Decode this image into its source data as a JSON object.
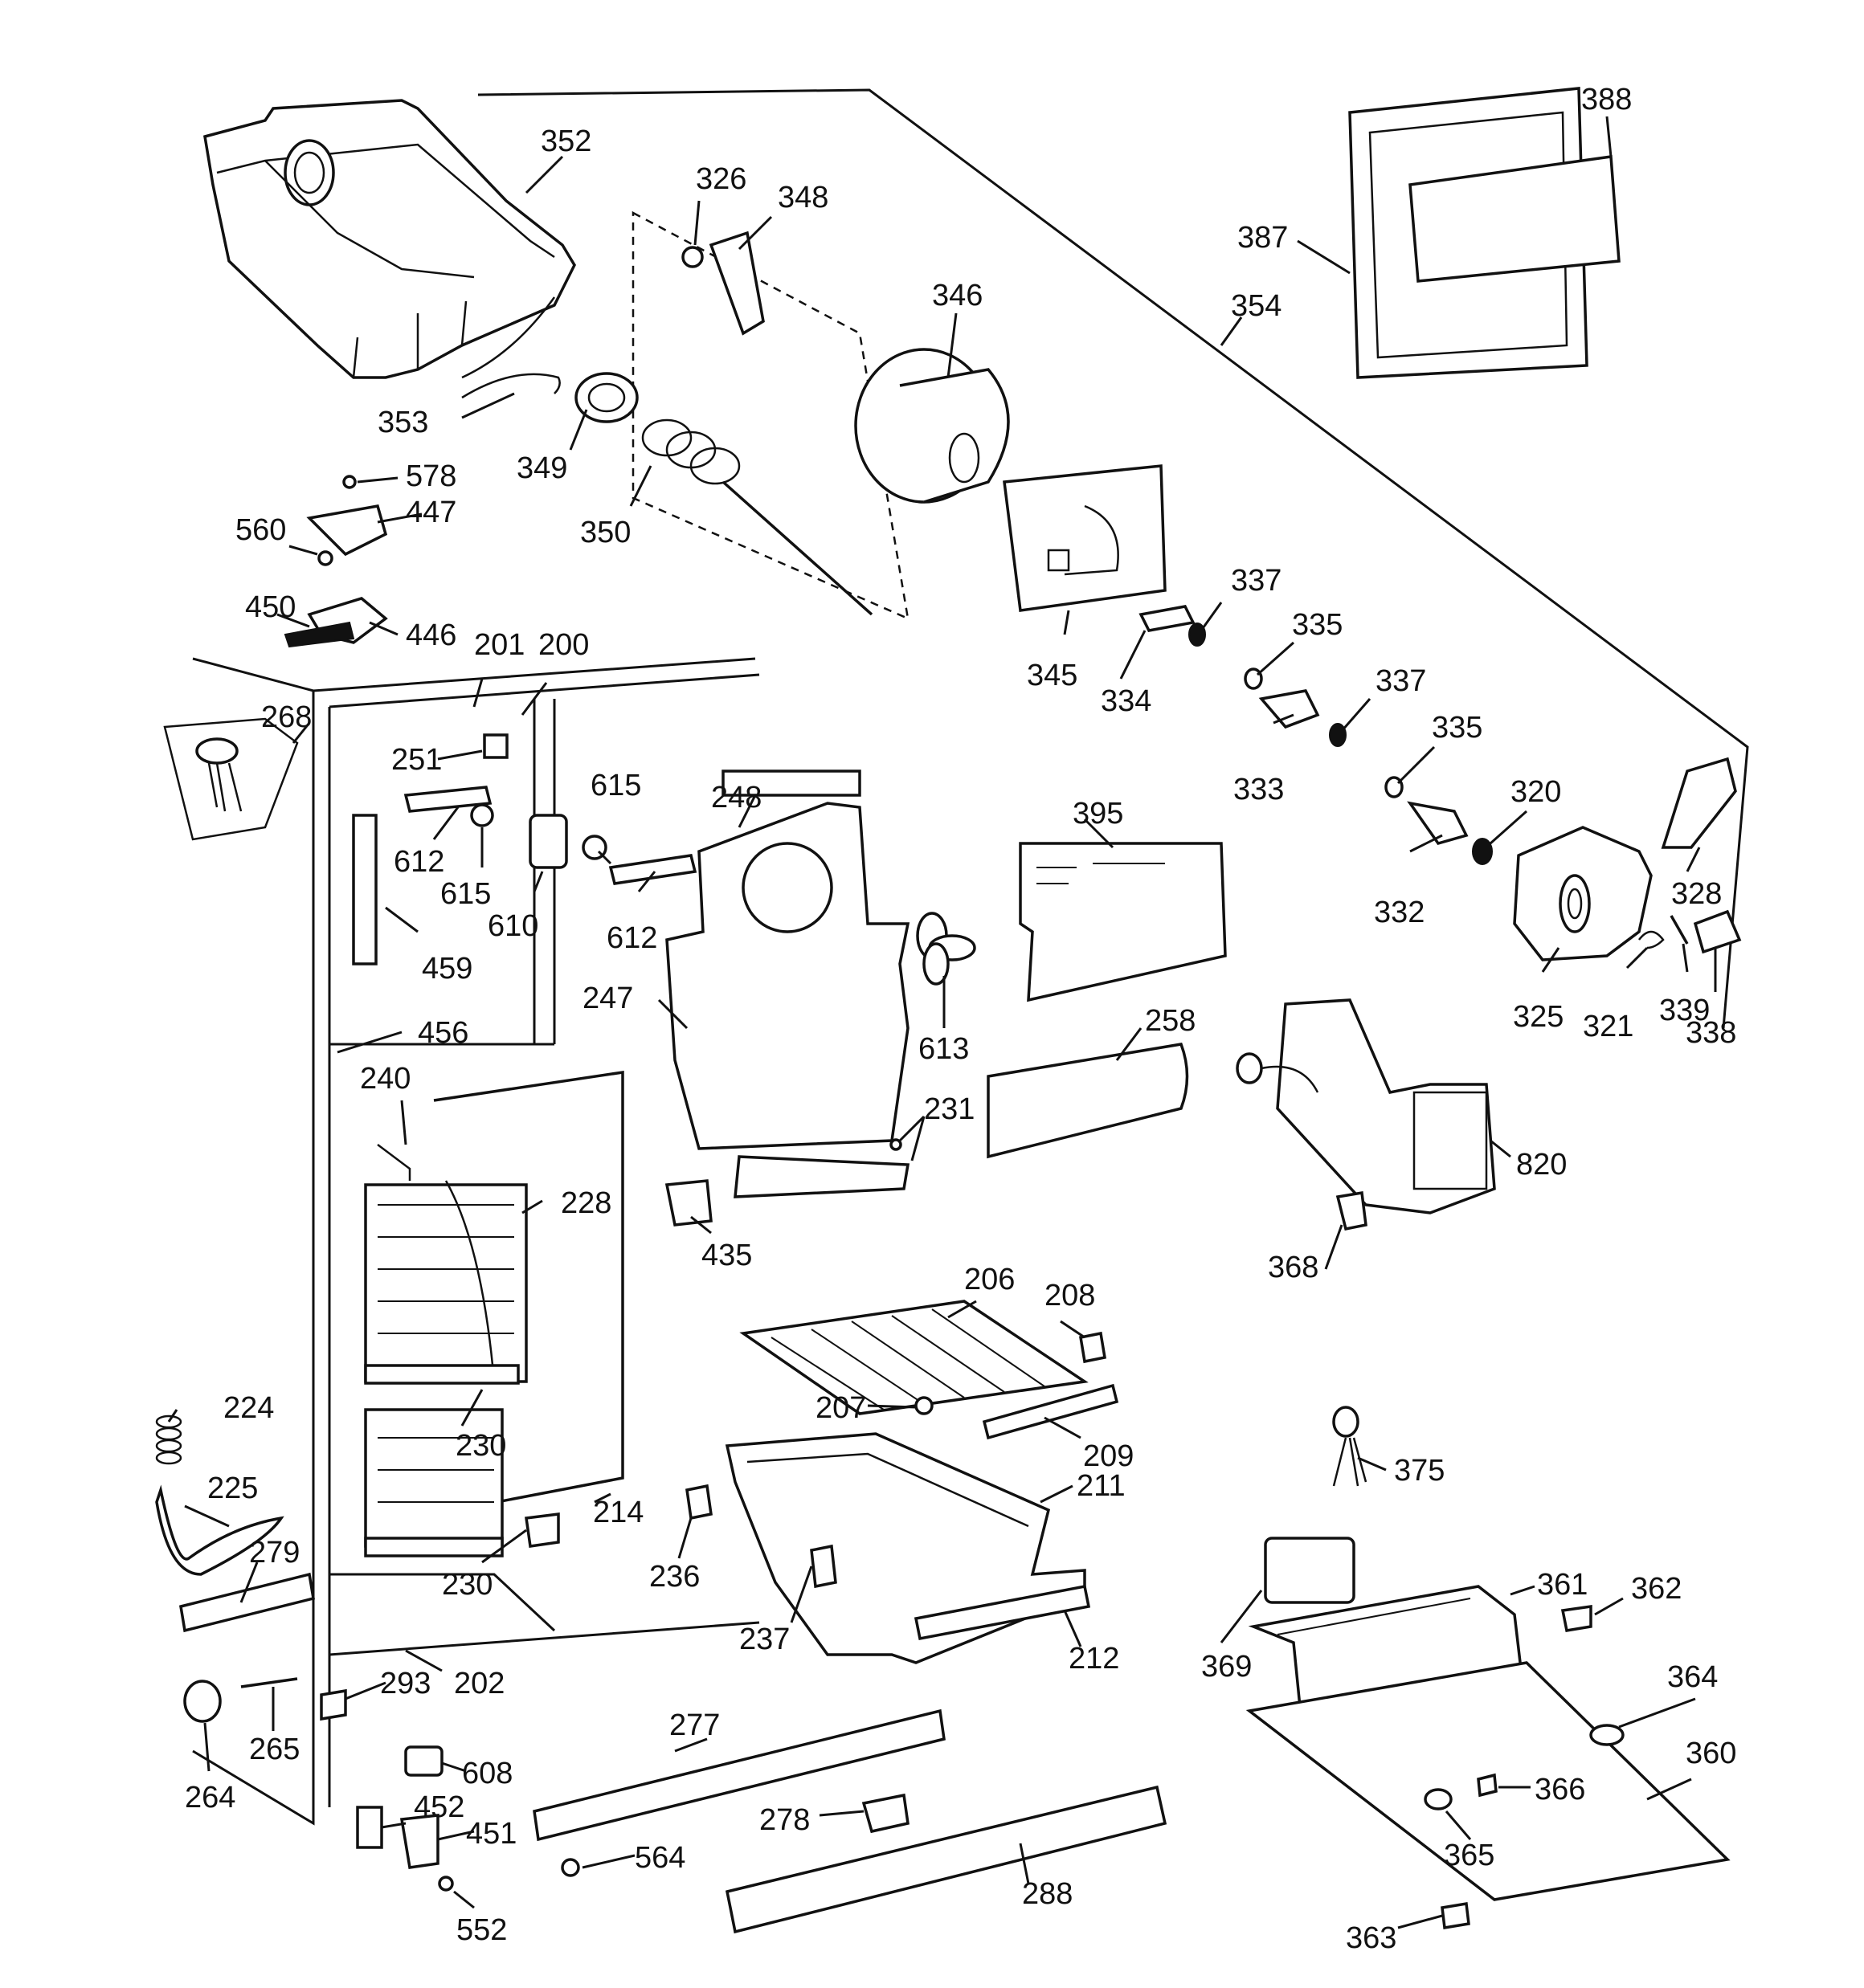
{
  "diagram": {
    "callouts": {
      "c352": "352",
      "c326": "326",
      "c348": "348",
      "c346": "346",
      "c388": "388",
      "c387": "387",
      "c354": "354",
      "c353": "353",
      "c349": "349",
      "c350": "350",
      "c578": "578",
      "c447": "447",
      "c560": "560",
      "c450": "450",
      "c446": "446",
      "c201": "201",
      "c200": "200",
      "c345": "345",
      "c334": "334",
      "c337a": "337",
      "c335a": "335",
      "c337b": "337",
      "c333": "333",
      "c335b": "335",
      "c268": "268",
      "c251": "251",
      "c612a": "612",
      "c615a": "615",
      "c615b": "615",
      "c610": "610",
      "c248": "248",
      "c612b": "612",
      "c395": "395",
      "c320": "320",
      "c332": "332",
      "c328": "328",
      "c459": "459",
      "c247": "247",
      "c613": "613",
      "c258": "258",
      "c325": "325",
      "c321": "321",
      "c339": "339",
      "c338": "338",
      "c456": "456",
      "c240": "240",
      "c231": "231",
      "c228": "228",
      "c820": "820",
      "c435": "435",
      "c368": "368",
      "c206": "206",
      "c208": "208",
      "c224": "224",
      "c230a": "230",
      "c207": "207",
      "c209": "209",
      "c375": "375",
      "c225": "225",
      "c211": "211",
      "c214": "214",
      "c279": "279",
      "c236": "236",
      "c230b": "230",
      "c361": "361",
      "c362": "362",
      "c237": "237",
      "c212": "212",
      "c369": "369",
      "c202": "202",
      "c293": "293",
      "c364": "364",
      "c277": "277",
      "c265": "265",
      "c360": "360",
      "c608": "608",
      "c264": "264",
      "c452": "452",
      "c451": "451",
      "c278": "278",
      "c366": "366",
      "c564": "564",
      "c365": "365",
      "c288": "288",
      "c552": "552",
      "c363": "363"
    }
  }
}
